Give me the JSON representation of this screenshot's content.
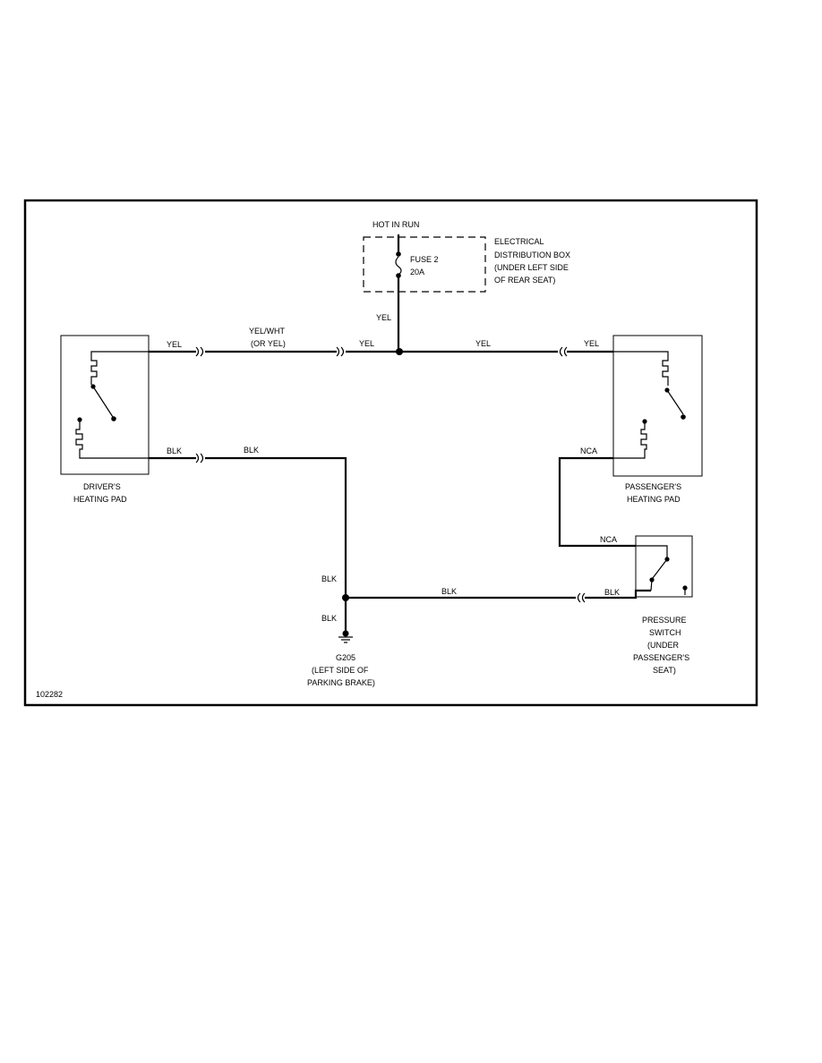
{
  "diagram": {
    "hot_label": "HOT IN RUN",
    "distribution_box": {
      "line1": "ELECTRICAL",
      "line2": "DISTRIBUTION BOX",
      "line3": "(UNDER LEFT SIDE",
      "line4": "OF REAR SEAT)"
    },
    "fuse": {
      "name": "FUSE 2",
      "rating": "20A"
    },
    "wires": {
      "yel_vertical": "YEL",
      "yel_driver": "YEL",
      "yel_wht_1": "YEL/WHT",
      "yel_wht_2": "(OR YEL)",
      "yel_mid": "YEL",
      "yel_right": "YEL",
      "yel_passenger": "YEL",
      "blk_driver": "BLK",
      "blk_mid": "BLK",
      "nca_passenger": "NCA",
      "nca_switch": "NCA",
      "blk_upper_ground": "BLK",
      "blk_lower_ground": "BLK",
      "blk_bottom": "BLK",
      "blk_switch": "BLK"
    },
    "driver_pad": {
      "line1": "DRIVER'S",
      "line2": "HEATING PAD"
    },
    "passenger_pad": {
      "line1": "PASSENGER'S",
      "line2": "HEATING PAD"
    },
    "pressure_switch": {
      "line1": "PRESSURE",
      "line2": "SWITCH",
      "line3": "(UNDER",
      "line4": "PASSENGER'S",
      "line5": "SEAT)"
    },
    "ground": {
      "name": "G205",
      "line2": "(LEFT SIDE OF",
      "line3": "PARKING BRAKE)"
    },
    "figure_id": "102282"
  }
}
